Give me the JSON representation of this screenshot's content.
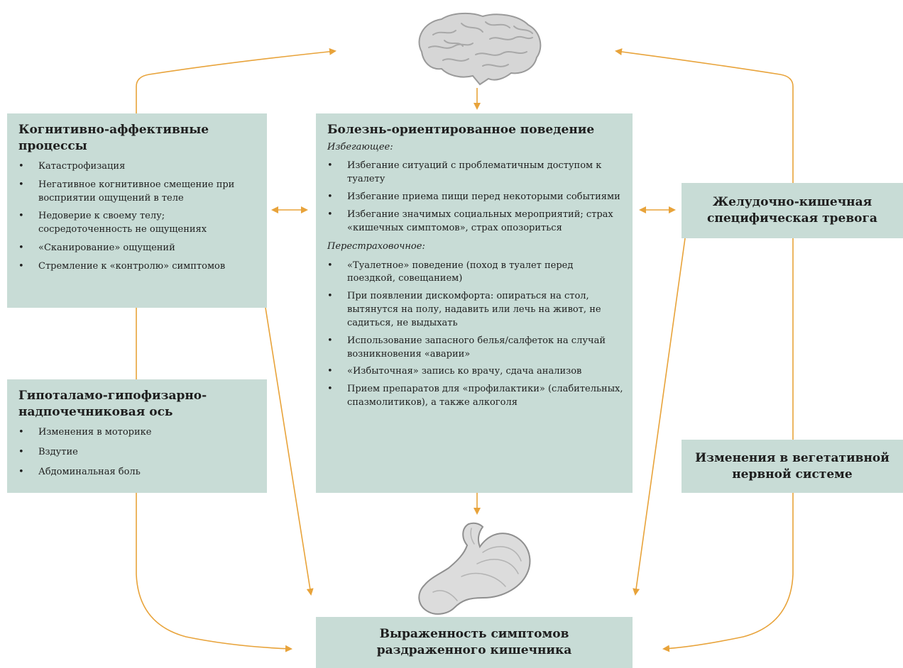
{
  "cognitive": {
    "title": "Когнитивно-аффективные процессы",
    "items": [
      "Катастрофизация",
      "Негативное когнитивное смещение при восприятии ощущений в теле",
      "Недоверие к своему телу; сосредоточенность не ощущениях",
      "«Сканирование» ощущений",
      "Стремление к «контролю» симптомов"
    ]
  },
  "hpa": {
    "title": "Гипоталамо-гипофизарно-надпочечниковая ось",
    "items": [
      "Изменения в моторике",
      "Вздутие",
      "Абдоминальная боль"
    ]
  },
  "behavior": {
    "title": "Болезнь-ориентированное поведение",
    "avoidant_label": "Избегающее:",
    "avoidant_items": [
      "Избегание ситуаций с проблематичным доступом к туалету",
      "Избегание приема пищи перед некоторыми событиями",
      "Избегание значимых социальных мероприятий; страх «кишечных симптомов», страх опозориться"
    ],
    "safety_label": "Перестраховочное:",
    "safety_items": [
      "«Туалетное» поведение (поход в туалет перед поездкой, совещанием)",
      "При появлении дискомфорта: опираться на стол, вытянутся на полу, надавить или лечь на живот, не садиться, не выдыхать",
      "Использование запасного белья/салфеток на случай возникновения «аварии»",
      "«Избыточная» запись ко врачу, сдача анализов",
      "Прием препаратов для «профилактики» (слабительных, спазмолитиков), а также алкоголя"
    ]
  },
  "gi_anxiety": {
    "title": "Желудочно-кишечная специфическая тревога"
  },
  "ans": {
    "title": "Изменения в вегетативной нервной системе"
  },
  "outcome": {
    "title": "Выраженность симптомов раздраженного кишечника"
  },
  "bullet_char": "•",
  "colors": {
    "box_fill": "#c8dcd6",
    "arrow": "#e8a33a"
  }
}
